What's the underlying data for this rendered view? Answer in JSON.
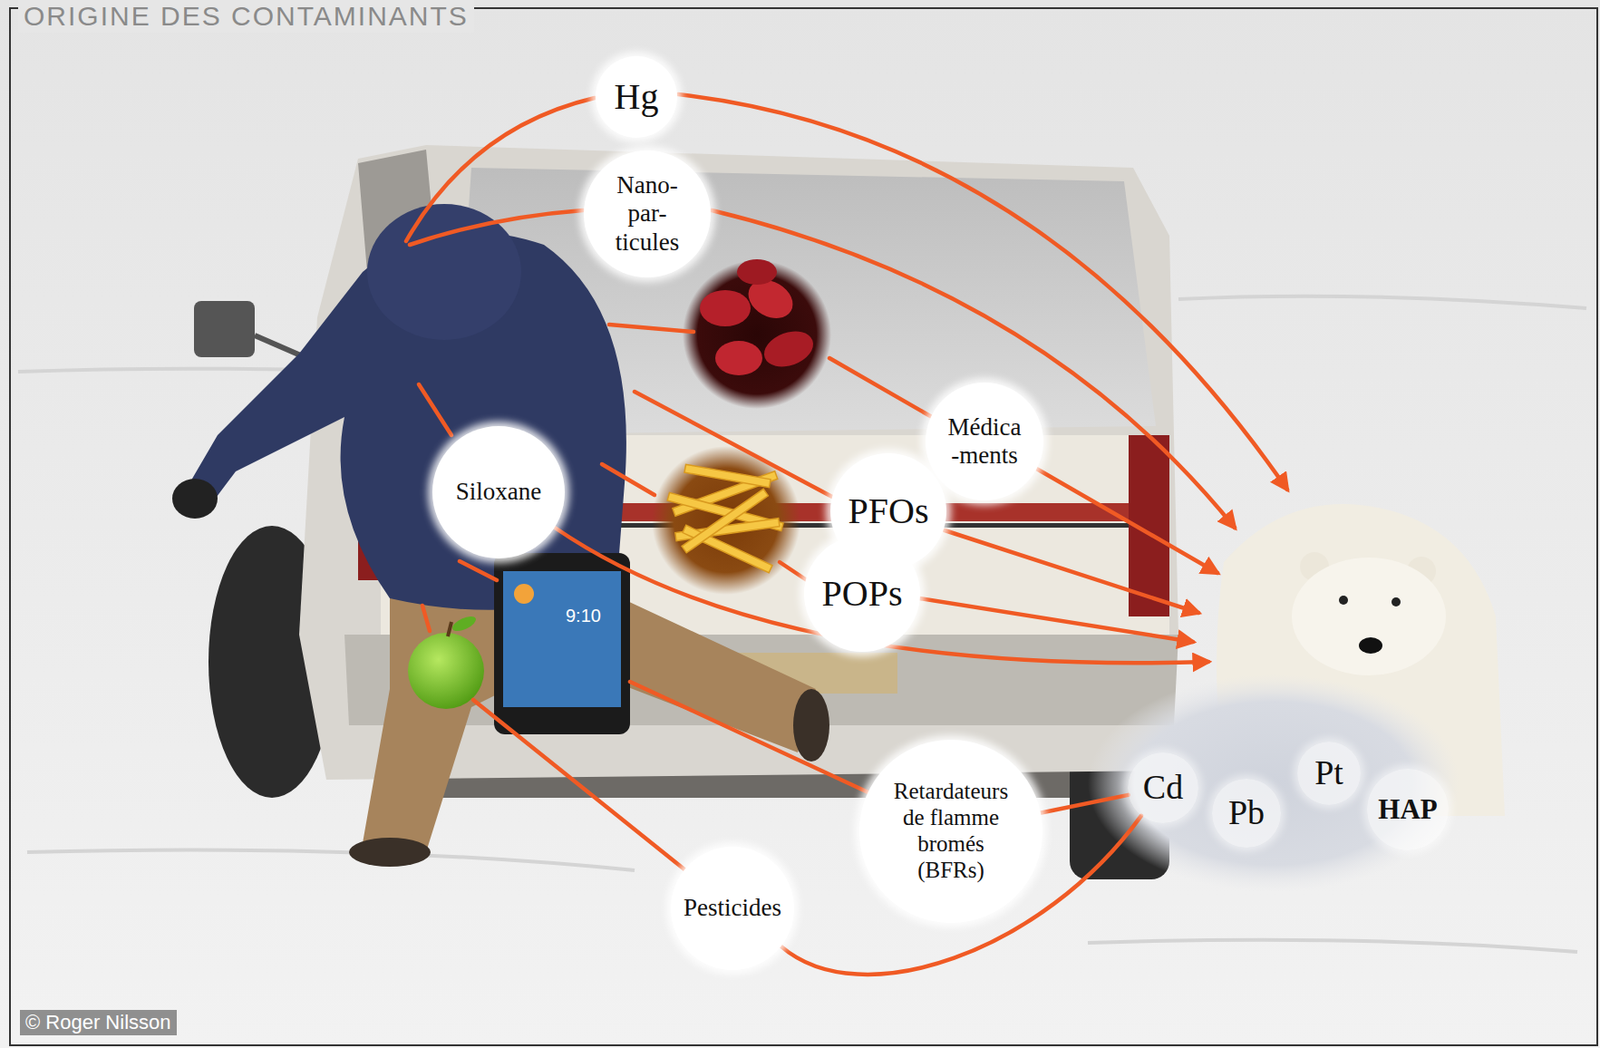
{
  "diagram": {
    "title": "ORIGINE DES CONTAMINANTS",
    "nodes": [
      {
        "text": [
          "Hg"
        ]
      },
      {
        "text": [
          "Nano- par- ticules"
        ]
      },
      {
        "text": [
          "Médica -ments"
        ]
      },
      {
        "text": [
          "Siloxane"
        ]
      },
      {
        "text": [
          "PFOs"
        ]
      },
      {
        "text": [
          "POPs"
        ]
      },
      {
        "text": [
          "Pt"
        ]
      },
      {
        "text": [
          "Cd"
        ]
      },
      {
        "text": [
          "HAP"
        ]
      },
      {
        "text": [
          "Pb"
        ]
      },
      {
        "text": [
          "Retardateurs de flamme bromés (BFRs)"
        ]
      },
      {
        "text": [
          "Pesticides"
        ]
      }
    ],
    "edges": [
      {
        "from": 10,
        "to": 7,
        "arrow": "none"
      },
      {
        "from": 11,
        "to": 7,
        "arrow": "none"
      }
    ],
    "labels": [
      "9:10",
      "© Roger Nilsson"
    ]
  }
}
